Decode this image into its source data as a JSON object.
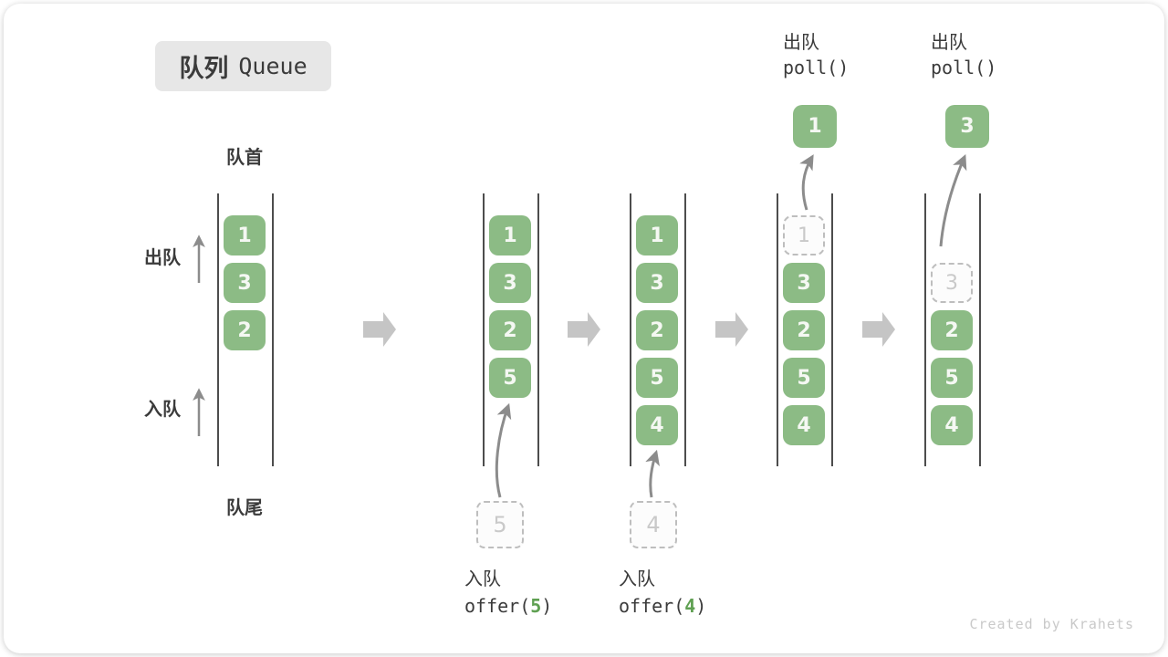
{
  "title_badge": {
    "cn": "队列",
    "en": "Queue"
  },
  "labels": {
    "front": "队首",
    "rear": "队尾",
    "dequeue": "出队",
    "enqueue": "入队"
  },
  "colors": {
    "item_green": "#8CBB85",
    "code_arg_green": "#5FA052",
    "text_dark": "#3B3B3B",
    "curve_arrow_gray": "#8C8C8C",
    "block_arrow_gray": "#C5C5C5",
    "dashed_border_gray": "#BEBEBE",
    "ghost_text_gray": "#C9C9C9",
    "badge_bg": "#E7E7E7",
    "wall_line": "#4D4D4D",
    "watermark_gray": "#C9C9C9"
  },
  "queue_states": [
    {
      "slots": [
        {
          "v": "1",
          "style": "solid"
        },
        {
          "v": "3",
          "style": "solid"
        },
        {
          "v": "2",
          "style": "solid"
        }
      ]
    },
    {
      "slots": [
        {
          "v": "1",
          "style": "solid"
        },
        {
          "v": "3",
          "style": "solid"
        },
        {
          "v": "2",
          "style": "solid"
        },
        {
          "v": "5",
          "style": "solid"
        }
      ],
      "pending": {
        "v": "5"
      },
      "op": {
        "label": "入队",
        "prefix": "offer(",
        "arg": "5",
        "suffix": ")"
      }
    },
    {
      "slots": [
        {
          "v": "1",
          "style": "solid"
        },
        {
          "v": "3",
          "style": "solid"
        },
        {
          "v": "2",
          "style": "solid"
        },
        {
          "v": "5",
          "style": "solid"
        },
        {
          "v": "4",
          "style": "solid"
        }
      ],
      "pending": {
        "v": "4"
      },
      "op": {
        "label": "入队",
        "prefix": "offer(",
        "arg": "4",
        "suffix": ")"
      }
    },
    {
      "slots": [
        {
          "v": "1",
          "style": "dashed"
        },
        {
          "v": "3",
          "style": "solid"
        },
        {
          "v": "2",
          "style": "solid"
        },
        {
          "v": "5",
          "style": "solid"
        },
        {
          "v": "4",
          "style": "solid"
        }
      ],
      "popped": {
        "v": "1"
      },
      "op": {
        "label": "出队",
        "code": "poll()"
      }
    },
    {
      "slots": [
        {
          "style": "empty"
        },
        {
          "v": "3",
          "style": "dashed"
        },
        {
          "v": "2",
          "style": "solid"
        },
        {
          "v": "5",
          "style": "solid"
        },
        {
          "v": "4",
          "style": "solid"
        }
      ],
      "popped": {
        "v": "3"
      },
      "op": {
        "label": "出队",
        "code": "poll()"
      }
    }
  ],
  "watermark": "Created by Krahets"
}
